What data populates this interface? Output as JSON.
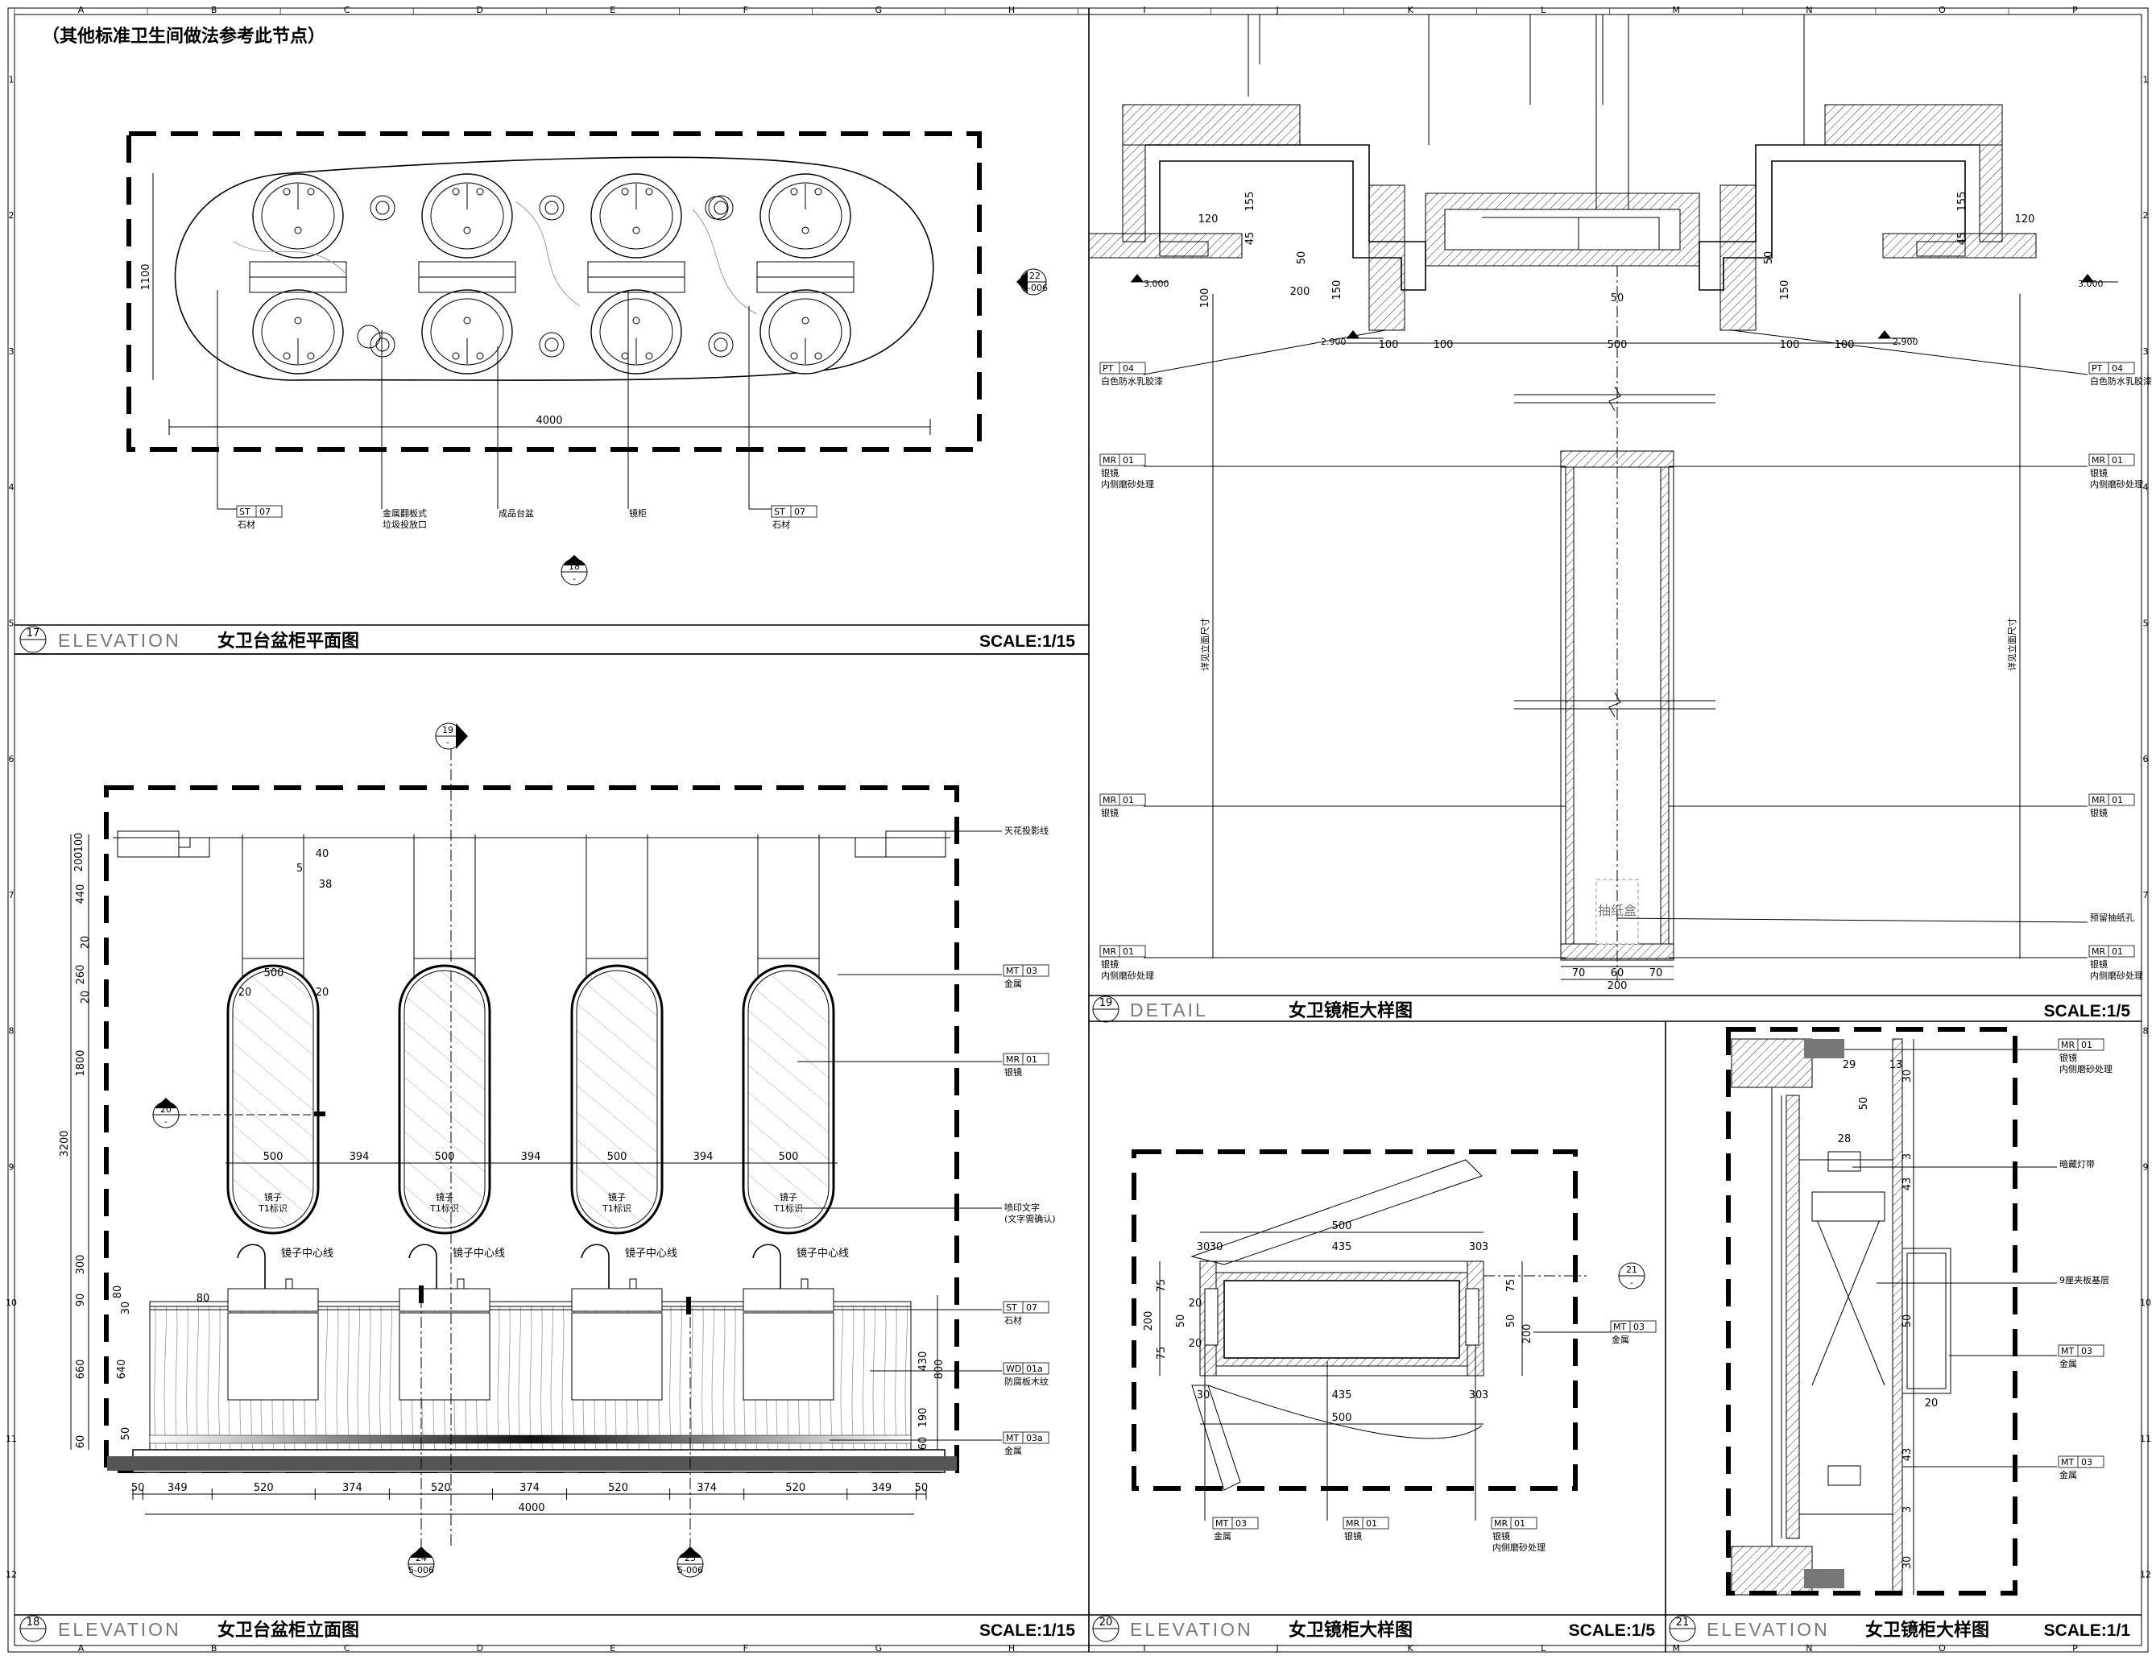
{
  "sheet": {
    "note": "（其他标准卫生间做法参考此节点）",
    "border_letters": [
      "A",
      "B",
      "C",
      "D",
      "E",
      "F",
      "G",
      "H",
      "I",
      "J",
      "K",
      "L",
      "M",
      "N",
      "O",
      "P"
    ],
    "border_numbers": [
      "1",
      "2",
      "3",
      "4",
      "5",
      "6",
      "7",
      "8",
      "9",
      "10",
      "11",
      "12"
    ]
  },
  "panels": {
    "p17": {
      "num": "17",
      "kind": "ELEVATION",
      "title": "女卫台盆柜平面图",
      "scale": "SCALE:1/15",
      "dims": {
        "width": "4000",
        "depth": "1100"
      },
      "section_ref": {
        "num": "22",
        "sheet": "5-006"
      },
      "bottom_ref": {
        "num": "18",
        "sheet": "-"
      },
      "labels": [
        {
          "code": "ST",
          "num": "07",
          "desc": "石材"
        },
        {
          "code": "",
          "num": "",
          "desc": "金属翻板式",
          "desc2": "垃圾投放口"
        },
        {
          "code": "",
          "num": "",
          "desc": "成品台盆"
        },
        {
          "code": "",
          "num": "",
          "desc": "镜柜"
        },
        {
          "code": "ST",
          "num": "07",
          "desc": "石材"
        }
      ]
    },
    "p18": {
      "num": "18",
      "kind": "ELEVATION",
      "title": "女卫台盆柜立面图",
      "scale": "SCALE:1/15",
      "top_ref": {
        "num": "19",
        "sheet": "-"
      },
      "side_ref": {
        "num": "20",
        "sheet": "-"
      },
      "bottom_refs": [
        {
          "num": "24",
          "sheet": "5-006"
        },
        {
          "num": "25",
          "sheet": "5-006"
        }
      ],
      "mirror_text": "镜子中心线",
      "mirror_small": "镜子",
      "mirror_small2": "T1标识",
      "horiz_dims": [
        "50",
        "349",
        "520",
        "374",
        "520",
        "374",
        "520",
        "374",
        "520",
        "349",
        "50"
      ],
      "total": "4000",
      "mirror_dims": [
        "500",
        "394",
        "500",
        "394",
        "500",
        "394",
        "500"
      ],
      "left_dims": [
        "100",
        "200",
        "440",
        "20",
        "260",
        "20",
        "1800",
        "300",
        "80",
        "90",
        "30",
        "660",
        "640",
        "50",
        "60",
        "3200"
      ],
      "right_dims": [
        "430",
        "800",
        "190",
        "60"
      ],
      "top_dims": [
        "40",
        "5",
        "38",
        "500",
        "20",
        "20",
        "80"
      ],
      "labels": [
        {
          "code": "",
          "num": "",
          "desc": "天花投影线"
        },
        {
          "code": "MT",
          "num": "03",
          "desc": "金属"
        },
        {
          "code": "MR",
          "num": "01",
          "desc": "银镜"
        },
        {
          "code": "",
          "num": "",
          "desc": "喷印文字",
          "desc2": "(文字需确认)"
        },
        {
          "code": "ST",
          "num": "07",
          "desc": "石材"
        },
        {
          "code": "WD",
          "num": "01a",
          "desc": "防腐板木纹"
        },
        {
          "code": "MT",
          "num": "03a",
          "desc": "金属"
        }
      ]
    },
    "p19": {
      "num": "19",
      "kind": "DETAIL",
      "title": "女卫镜柜大样图",
      "scale": "SCALE:1/5",
      "levels": [
        "3.000",
        "2.900",
        "2.900",
        "3.000"
      ],
      "dims": [
        "120",
        "155",
        "45",
        "200",
        "100",
        "50",
        "150",
        "100",
        "100",
        "500",
        "100",
        "100",
        "50",
        "150",
        "50",
        "45",
        "155",
        "120",
        "200",
        "100",
        "50",
        "70",
        "60",
        "70",
        "200"
      ],
      "vertical_note": "详见立面尺寸",
      "box_label": "抽纸盒",
      "labels_left": [
        {
          "code": "PT",
          "num": "04",
          "desc": "白色防水乳胶漆"
        },
        {
          "code": "MR",
          "num": "01",
          "desc": "银镜",
          "desc2": "内侧磨砂处理"
        },
        {
          "code": "MR",
          "num": "01",
          "desc": "银镜"
        },
        {
          "code": "MR",
          "num": "01",
          "desc": "银镜",
          "desc2": "内侧磨砂处理"
        }
      ],
      "labels_right": [
        {
          "code": "PT",
          "num": "04",
          "desc": "白色防水乳胶漆"
        },
        {
          "code": "MR",
          "num": "01",
          "desc": "银镜",
          "desc2": "内侧磨砂处理"
        },
        {
          "code": "MR",
          "num": "01",
          "desc": "银镜"
        },
        {
          "code": "",
          "num": "",
          "desc": "预留抽纸孔"
        },
        {
          "code": "MR",
          "num": "01",
          "desc": "银镜",
          "desc2": "内侧磨砂处理"
        }
      ]
    },
    "p20": {
      "num": "20",
      "kind": "ELEVATION",
      "title": "女卫镜柜大样图",
      "scale": "SCALE:1/5",
      "dims": [
        "500",
        "435",
        "30",
        "30",
        "30",
        "3",
        "75",
        "50",
        "75",
        "200",
        "20",
        "20",
        "50",
        "200",
        "75",
        "30",
        "435",
        "30",
        "3",
        "500"
      ],
      "ref": {
        "num": "21",
        "sheet": "-"
      },
      "labels": [
        {
          "code": "MT",
          "num": "03",
          "desc": "金属"
        },
        {
          "code": "MT",
          "num": "03",
          "desc": "金属"
        },
        {
          "code": "MR",
          "num": "01",
          "desc": "银镜"
        },
        {
          "code": "MR",
          "num": "01",
          "desc": "银镜",
          "desc2": "内侧磨砂处理"
        }
      ]
    },
    "p21": {
      "num": "21",
      "kind": "ELEVATION",
      "title": "女卫镜柜大样图",
      "scale": "SCALE:1/1",
      "dims": [
        "29",
        "13",
        "50",
        "28",
        "3",
        "43",
        "50",
        "20",
        "43",
        "3",
        "30",
        "30"
      ],
      "labels": [
        {
          "code": "MR",
          "num": "01",
          "desc": "银镜",
          "desc2": "内侧磨砂处理"
        },
        {
          "code": "",
          "num": "",
          "desc": "暗藏灯带"
        },
        {
          "code": "",
          "num": "",
          "desc": "9厘夹板基层"
        },
        {
          "code": "MT",
          "num": "03",
          "desc": "金属"
        },
        {
          "code": "MT",
          "num": "03",
          "desc": "金属"
        }
      ]
    }
  }
}
